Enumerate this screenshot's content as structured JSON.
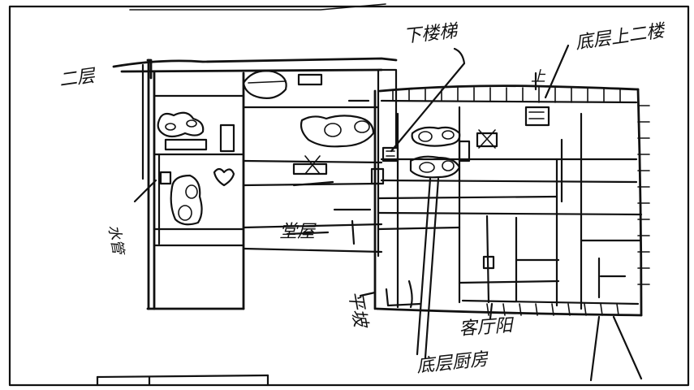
{
  "labels": {
    "second_floor": "二层",
    "downstairs": "下楼梯",
    "to_bottom_second": "底层上二楼",
    "up_mark": "上",
    "water_pipe": "水管",
    "corridor": "堂屋",
    "slope": "平坡",
    "guest_room": "客厅阳",
    "bottom_kitchen": "底层厨房"
  },
  "colors": {
    "ink": "#111111",
    "paper": "#ffffff"
  }
}
